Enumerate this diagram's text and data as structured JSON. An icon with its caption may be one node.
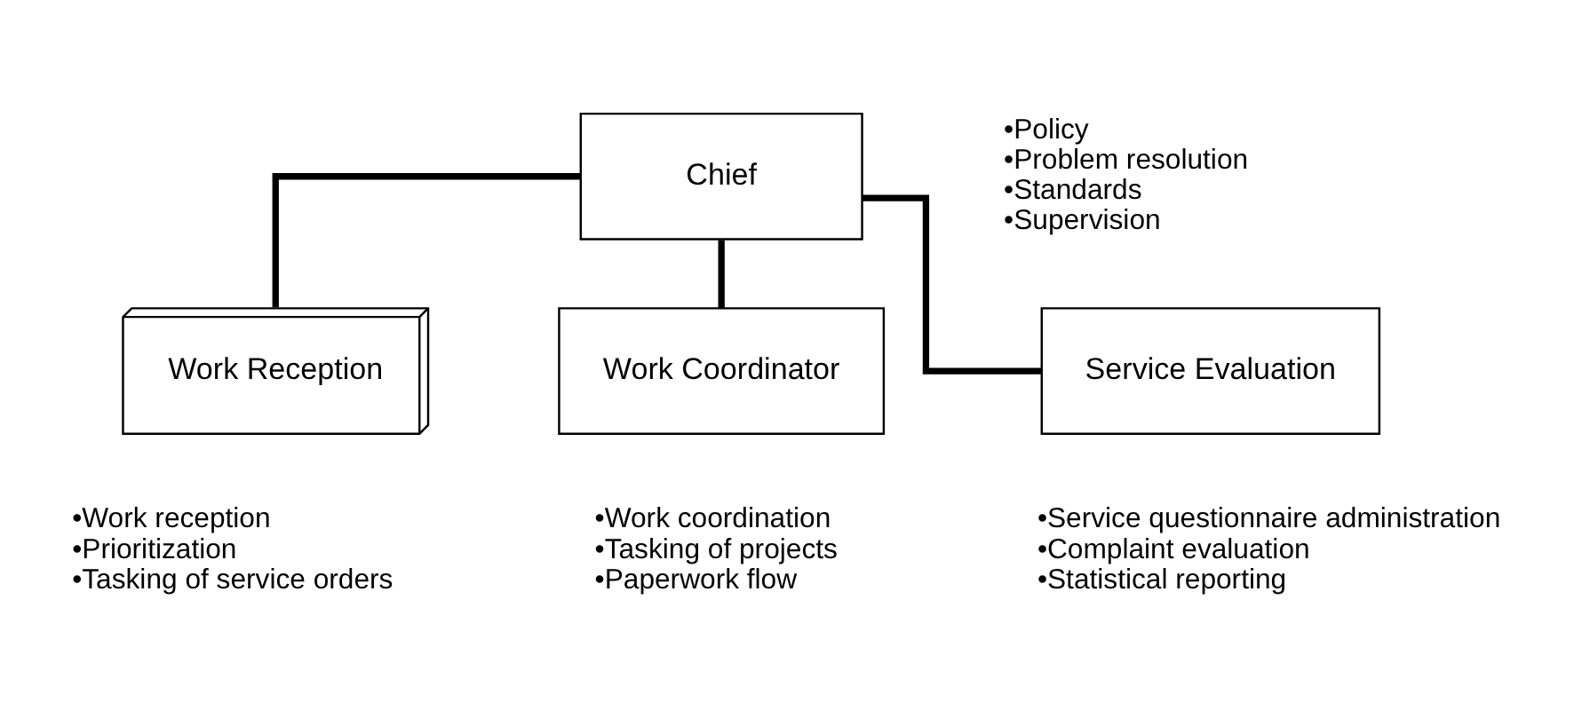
{
  "diagram": {
    "nodes": [
      {
        "text": [
          "Chief"
        ],
        "beside": [
          "•Policy",
          "•Problem resolution",
          "•Standards",
          "•Supervision"
        ]
      },
      {
        "text": [
          "Work Reception"
        ],
        "beside": [
          "•Work reception",
          "•Prioritization",
          "•Tasking of service orders"
        ]
      },
      {
        "text": [
          "Work Coordinator"
        ],
        "beside": [
          "•Work coordination",
          "•Tasking of projects",
          "•Paperwork flow"
        ]
      },
      {
        "text": [
          "Service Evaluation"
        ],
        "beside": [
          "•Service questionnaire administration",
          "•Complaint evaluation",
          "•Statistical reporting"
        ]
      }
    ],
    "edges": [
      {
        "from": 0,
        "to": 1,
        "arrow": "none"
      },
      {
        "from": 0,
        "to": 2,
        "arrow": "none"
      },
      {
        "from": 0,
        "to": 3,
        "arrow": "none"
      }
    ]
  }
}
